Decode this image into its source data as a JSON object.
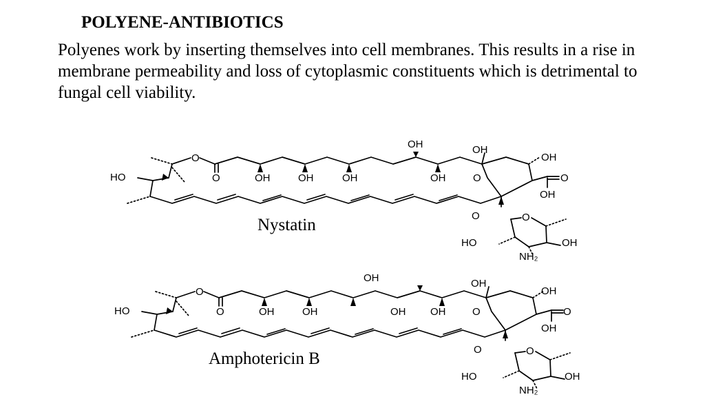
{
  "slide": {
    "title": "POLYENE-ANTIBIOTICS",
    "paragraph": "Polyenes work by inserting themselves into cell membranes. This results in a rise in membrane permeability and loss of cytoplasmic constituents which is detrimental to fungal cell viability."
  },
  "molecules": [
    {
      "name": "Nystatin",
      "labels": {
        "ho_left": "HO",
        "ester_o": "O",
        "carbonyl_o": "O",
        "oh_top": "OH",
        "oh_1": "OH",
        "oh_2": "OH",
        "oh_3": "OH",
        "oh_4": "OH",
        "oh_hemiketal": "OH",
        "ring_o": "O",
        "oh_right": "OH",
        "acid_o": "O",
        "acid_oh": "OH",
        "glyco_o": "O",
        "sugar_ring_o": "O",
        "sugar_ho": "HO",
        "sugar_oh": "OH",
        "sugar_nh2": "NH₂"
      }
    },
    {
      "name": "Amphotericin B",
      "labels": {
        "ho_left": "HO",
        "ester_o": "O",
        "carbonyl_o": "O",
        "oh_top": "OH",
        "oh_1": "OH",
        "oh_2": "OH",
        "oh_3": "OH",
        "oh_4": "OH",
        "oh_hemiketal": "OH",
        "ring_o": "O",
        "oh_right": "OH",
        "acid_o": "O",
        "acid_oh": "OH",
        "glyco_o": "O",
        "sugar_ring_o": "O",
        "sugar_ho": "HO",
        "sugar_oh": "OH",
        "sugar_nh2": "NH₂"
      }
    }
  ]
}
